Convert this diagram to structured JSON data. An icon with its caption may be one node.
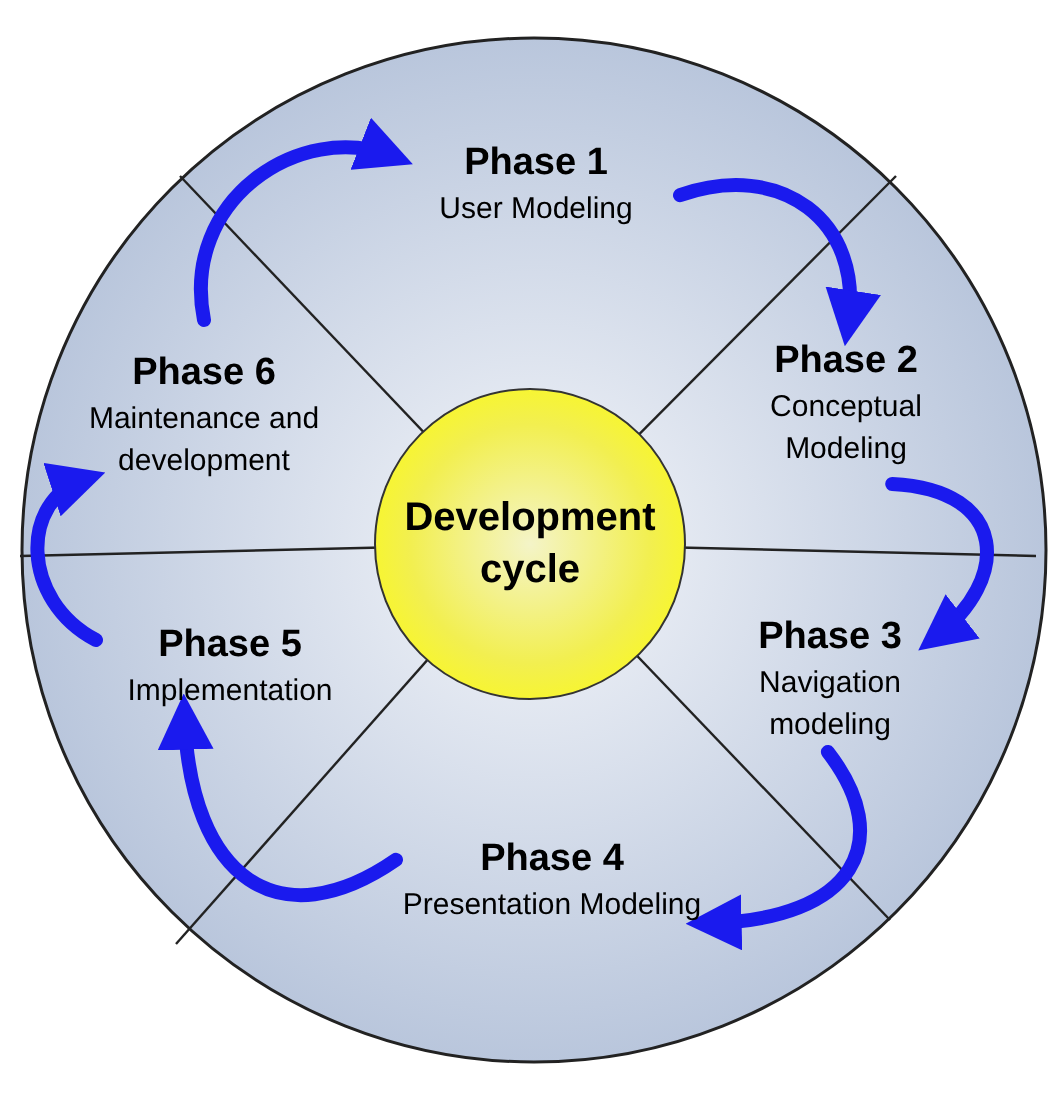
{
  "diagram": {
    "nodes": [
      {
        "text": [
          "Development cycle"
        ]
      },
      {
        "text": [
          "Phase 1",
          "User Modeling"
        ]
      },
      {
        "text": [
          "Phase 2",
          "Conceptual Modeling"
        ]
      },
      {
        "text": [
          "Phase 3",
          "Navigation modeling"
        ]
      },
      {
        "text": [
          "Phase 4",
          "Presentation Modeling"
        ]
      },
      {
        "text": [
          "Phase 5",
          "Implementation"
        ]
      },
      {
        "text": [
          "Phase 6",
          "Maintenance and development"
        ]
      }
    ],
    "edges": [
      {
        "from": 1,
        "to": 2,
        "arrow": "to"
      },
      {
        "from": 2,
        "to": 3,
        "arrow": "to"
      },
      {
        "from": 3,
        "to": 4,
        "arrow": "to"
      },
      {
        "from": 4,
        "to": 5,
        "arrow": "to"
      },
      {
        "from": 5,
        "to": 6,
        "arrow": "to"
      },
      {
        "from": 6,
        "to": 1,
        "arrow": "to"
      }
    ]
  }
}
